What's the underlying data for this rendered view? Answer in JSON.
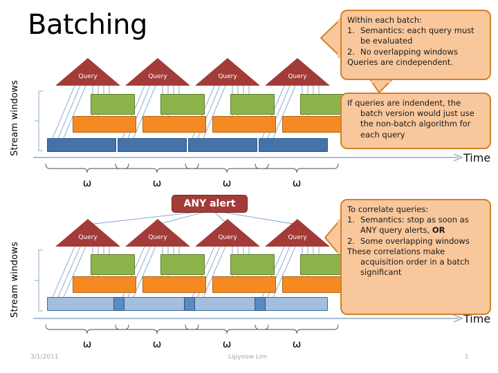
{
  "slide": {
    "title": "Batching",
    "page_number": "1",
    "date": "3/1/2011",
    "author": "Lipyeow Lim"
  },
  "colors": {
    "query_red": "#a33b38",
    "green": "#8cb44b",
    "orange": "#f58a22",
    "blue": "#4472ab",
    "light_blue": "#a3bede",
    "dark_blue_segment": "#5b8ac2",
    "callout_fill": "#f8c79b",
    "callout_border": "#d3802a",
    "connector_line": "#6d93c0"
  },
  "top_diagram": {
    "axis_label": "Stream windows",
    "time_label": "Time",
    "window_marks": [
      "ω",
      "ω",
      "ω",
      "ω"
    ],
    "batches": [
      {
        "query_label": "Query"
      },
      {
        "query_label": "Query"
      },
      {
        "query_label": "Query"
      },
      {
        "query_label": "Query"
      }
    ]
  },
  "bottom_diagram": {
    "axis_label": "Stream windows",
    "time_label": "Time",
    "alert_label": "ANY alert",
    "window_marks": [
      "ω",
      "ω",
      "ω",
      "ω"
    ],
    "batches": [
      {
        "query_label": "Query"
      },
      {
        "query_label": "Query"
      },
      {
        "query_label": "Query"
      },
      {
        "query_label": "Query"
      }
    ]
  },
  "callouts": {
    "batch_rules": {
      "heading": "Within each batch:",
      "items": [
        {
          "num": "1.",
          "text": "Semantics: each query must be evaluated"
        },
        {
          "num": "2.",
          "text": "No overlapping windows"
        }
      ],
      "footer": "Queries are cindependent."
    },
    "independent_note": {
      "text": "If queries are indendent, the batch version would just use the non-batch algorithm for each query"
    },
    "correlate": {
      "heading": "To correlate queries:",
      "items": [
        {
          "num": "1.",
          "text": "Semantics: stop as soon as ANY query alerts, ",
          "bold": "OR"
        },
        {
          "num": "2.",
          "text": "Some overlapping windows"
        }
      ],
      "footer": "These correlations make acquisition order in a batch significant"
    }
  }
}
